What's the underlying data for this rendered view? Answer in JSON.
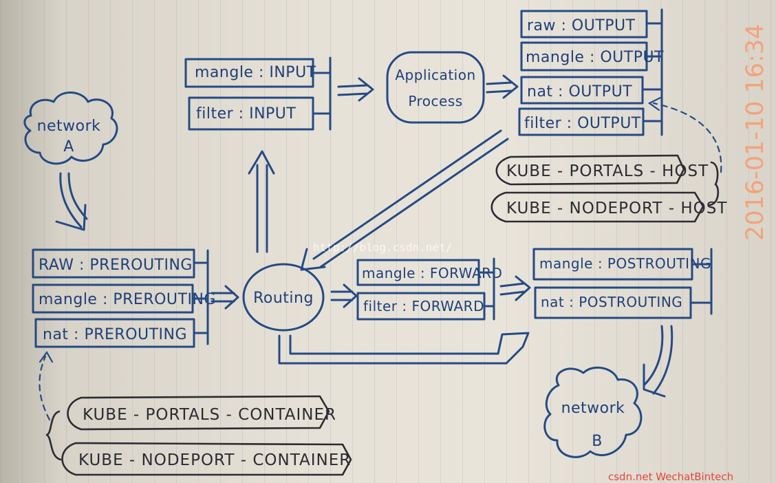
{
  "clouds": {
    "network_a_line1": "network",
    "network_a_line2": "A",
    "network_b_line1": "network",
    "network_b_line2": "B"
  },
  "input_chains": {
    "mangle": "mangle : INPUT",
    "filter": "filter : INPUT"
  },
  "application": {
    "line1": "Application",
    "line2": "Process"
  },
  "output_chains": {
    "raw": "raw : OUTPUT",
    "mangle": "mangle : OUTPUT",
    "nat": "nat : OUTPUT",
    "filter": "filter : OUTPUT"
  },
  "host_chains": {
    "portals": "KUBE - PORTALS - HOST",
    "nodeport": "KUBE - NODEPORT - HOST"
  },
  "prerouting_chains": {
    "raw": "RAW : PREROUTING",
    "mangle": "mangle : PREROUTING",
    "nat": "nat : PREROUTING"
  },
  "routing": {
    "label": "Routing"
  },
  "forward_chains": {
    "mangle": "mangle : FORWARD",
    "filter": "filter : FORWARD"
  },
  "postrouting_chains": {
    "mangle": "mangle : POSTROUTING",
    "nat": "nat : POSTROUTING"
  },
  "container_chains": {
    "portals": "KUBE - PORTALS - CONTAINER",
    "nodeport": "KUBE - NODEPORT - CONTAINER"
  },
  "timestamp": "2016-01-10 16:34",
  "watermark": "http://blog.csdn.net/",
  "credit": "csdn.net WechatBintech",
  "colors": {
    "ink": "#244a85",
    "dark_ink": "#2b2b33",
    "timestamp": "#f4a27a"
  }
}
